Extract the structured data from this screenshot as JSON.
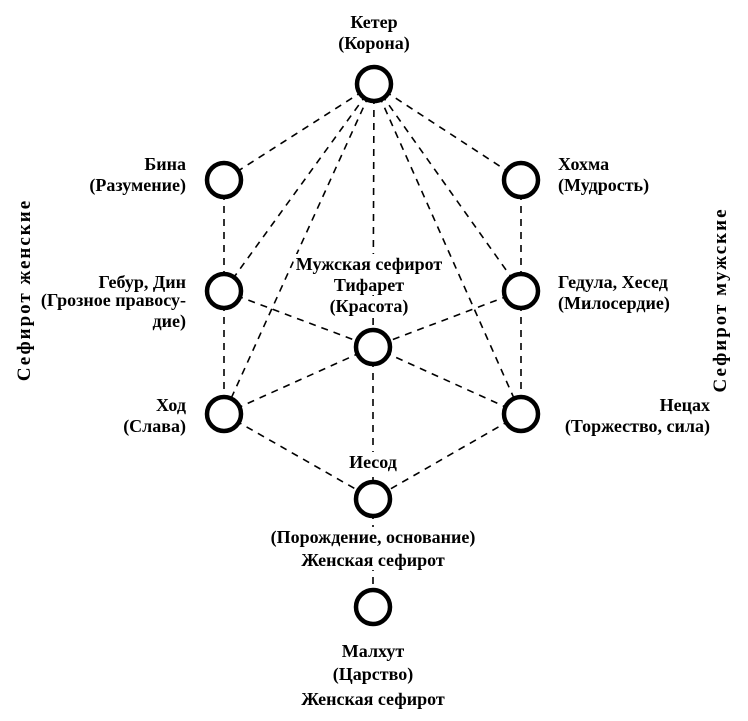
{
  "nodes": [
    {
      "id": "keter",
      "lines": [
        "Кетер",
        "(Корона)"
      ]
    },
    {
      "id": "bina",
      "lines": [
        "Бина",
        "(Разумение)"
      ]
    },
    {
      "id": "hokhma",
      "lines": [
        "Хохма",
        "(Мудрость)"
      ]
    },
    {
      "id": "gevura",
      "lines": [
        "Гебур, Дин",
        "(Грозное правосу-",
        "дие)"
      ]
    },
    {
      "id": "tiferet",
      "lines": [
        "Мужская сефирот",
        "Тифарет",
        "(Красота)"
      ]
    },
    {
      "id": "hesed",
      "lines": [
        "Гедула, Хесед",
        "(Милосердие)"
      ]
    },
    {
      "id": "hod",
      "lines": [
        "Ход",
        "(Слава)"
      ]
    },
    {
      "id": "netsakh",
      "lines": [
        "Нецах",
        "(Торжество, сила)"
      ]
    },
    {
      "id": "yesod",
      "lines": [
        "Иесод",
        "(Порождение, основание)",
        "Женская сефирот"
      ]
    },
    {
      "id": "malkhut",
      "lines": [
        "Малхут",
        "(Царство)",
        "Женская сефирот"
      ]
    }
  ],
  "edges": [
    [
      "keter",
      "bina"
    ],
    [
      "keter",
      "hokhma"
    ],
    [
      "keter",
      "gevura"
    ],
    [
      "keter",
      "hesed"
    ],
    [
      "keter",
      "tiferet"
    ],
    [
      "keter",
      "hod"
    ],
    [
      "keter",
      "netsakh"
    ],
    [
      "bina",
      "gevura"
    ],
    [
      "hokhma",
      "hesed"
    ],
    [
      "gevura",
      "hod"
    ],
    [
      "hesed",
      "netsakh"
    ],
    [
      "gevura",
      "tiferet"
    ],
    [
      "hesed",
      "tiferet"
    ],
    [
      "hod",
      "tiferet"
    ],
    [
      "netsakh",
      "tiferet"
    ],
    [
      "hod",
      "yesod"
    ],
    [
      "netsakh",
      "yesod"
    ],
    [
      "tiferet",
      "yesod"
    ],
    [
      "yesod",
      "malkhut"
    ]
  ],
  "side_labels": {
    "left": "Сефирот женские",
    "right": "Сефирот мужские"
  }
}
